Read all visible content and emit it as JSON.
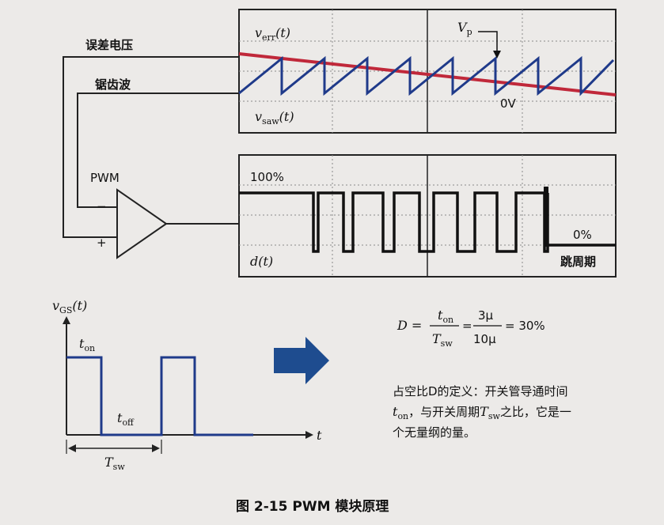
{
  "labels": {
    "error_voltage": "误差电压",
    "sawtooth": "锯齿波",
    "pwm": "PWM",
    "minus": "−",
    "plus": "+",
    "v_err": "v",
    "v_err_sub": "err",
    "v_err_arg": "(t)",
    "v_saw": "v",
    "v_saw_sub": "saw",
    "v_saw_arg": "(t)",
    "vp": "V",
    "vp_sub": "p",
    "zero_v": "0V",
    "pct100": "100%",
    "pct0": "0%",
    "d_t": "d(t)",
    "skip_cycle": "跳周期",
    "vgs": "v",
    "vgs_sub": "GS",
    "vgs_arg": "(t)",
    "t_on": "t",
    "t_on_sub": "on",
    "t_off": "t",
    "t_off_sub": "off",
    "t_axis": "t",
    "t_sw": "T",
    "t_sw_sub": "sw"
  },
  "formula": {
    "lhs": "D =",
    "num": "t",
    "num_sub": "on",
    "den": "T",
    "den_sub": "sw",
    "eq": "=",
    "num2": "3μ",
    "den2": "10μ",
    "result": "= 30%"
  },
  "definition": {
    "line1": "占空比D的定义：开关管导通时间",
    "line2": "t",
    "line2_sub": "on",
    "line2_rest_a": "，与开关周期",
    "line2_T": "T",
    "line2_T_sub": "sw",
    "line2_rest_b": "之比，它是一",
    "line3": "个无量纲的量。"
  },
  "caption": "图 2-15   PWM 模块原理",
  "colors": {
    "error_line": "#c0283a",
    "sawtooth": "#1f3a8a",
    "arrow": "#1e4c8f",
    "grid": "#8a8a8a"
  }
}
